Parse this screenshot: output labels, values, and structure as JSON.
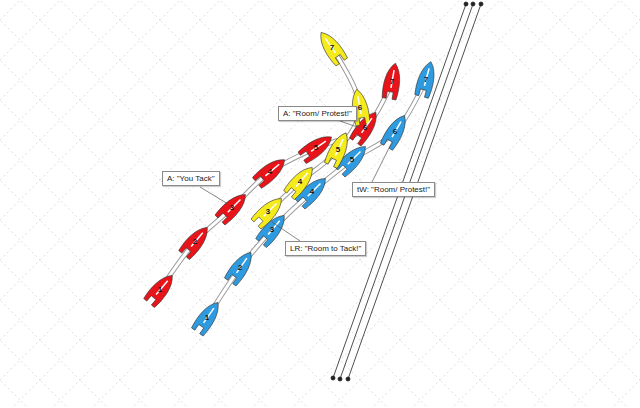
{
  "diagram": {
    "nodes": [
      {
        "text": [
          "A: \"Room/ Protest!\""
        ]
      },
      {
        "text": [
          "A: \"You Tack\""
        ]
      },
      {
        "text": [
          "tW: \"Room/ Protest!\""
        ]
      },
      {
        "text": [
          "LR: \"Room to Tack!\""
        ]
      }
    ],
    "labels": [
      "1",
      "2",
      "3",
      "4",
      "5",
      "6",
      "7",
      "1",
      "2",
      "3",
      "4",
      "5",
      "6",
      "7",
      "3",
      "4",
      "5",
      "6",
      "7"
    ]
  }
}
